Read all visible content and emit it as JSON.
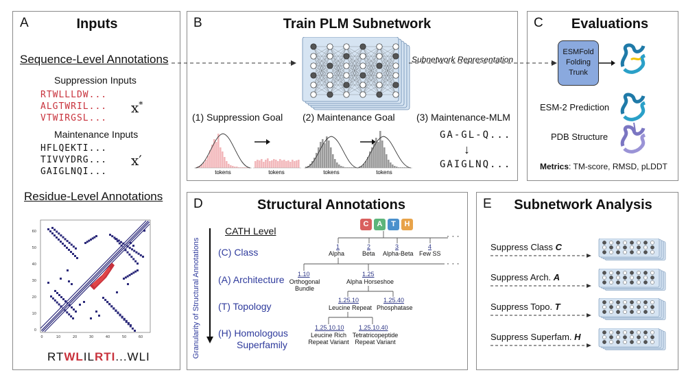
{
  "panelA": {
    "letter": "A",
    "title": "Inputs",
    "seq_heading": "Sequence-Level Annotations",
    "suppression_heading": "Suppression Inputs",
    "suppression_seqs": [
      "RTWLLLDW...",
      "ALGTWRIL...",
      "VTWIRGSL..."
    ],
    "x_star": "x*",
    "maintenance_heading": "Maintenance Inputs",
    "maintenance_seqs": [
      "HFLQEKTI...",
      "TIVVYDRG...",
      "GAIGLNQI..."
    ],
    "x_prime": "x′",
    "residue_heading": "Residue-Level Annotations",
    "axis_ticks": [
      "0",
      "10",
      "20",
      "30",
      "40",
      "50",
      "60"
    ],
    "residue_seq": {
      "p1": "RT",
      "p2": "WL",
      "p3": "IL",
      "p4": "RTI",
      "p5": "...WLI"
    }
  },
  "panelB": {
    "letter": "B",
    "title": "Train PLM Subnetwork",
    "subnet_label": "Subnetwork Representation",
    "goal1": "(1)   Suppression Goal",
    "goal2": "(2)   Maintenance Goal",
    "goal3": "(3) Maintenance-MLM",
    "tokens": "tokens",
    "mlm_masked": "GA-GL-Q...",
    "mlm_full": "GAIGLNQ..."
  },
  "panelC": {
    "letter": "C",
    "title": "Evaluations",
    "esmfold": [
      "ESMFold",
      "Folding",
      "Trunk"
    ],
    "esm2": "ESM-2 Prediction",
    "pdb": "PDB Structure",
    "metrics_label": "Metrics",
    "metrics_text": ": TM-score, RMSD, pLDDT"
  },
  "panelD": {
    "letter": "D",
    "title": "Structural Annotations",
    "granularity": "Granularity of Structural Annotations",
    "cath_level": "CATH Level",
    "levels": [
      "(C) Class",
      "(A) Architecture",
      "(T) Topology",
      "(H) Homologous",
      "Superfamily"
    ],
    "cath_letters": [
      "C",
      "A",
      "T",
      "H"
    ],
    "class_nums": [
      "1",
      "2",
      "3",
      "4"
    ],
    "class_names": [
      "Alpha",
      "Beta",
      "Alpha-Beta",
      "Few SS"
    ],
    "arch_nums": [
      "1.10",
      "1.25"
    ],
    "arch_names": [
      "Orthogonal\nBundle",
      "Alpha Horseshoe"
    ],
    "topo_nums": [
      "1.25.10",
      "1.25.40"
    ],
    "topo_names": [
      "Leucine Repeat",
      "Phosphatase"
    ],
    "homo_nums": [
      "1.25.10.10",
      "1.25.10.40"
    ],
    "homo_names": [
      "Leucine Rich\nRepeat Variant",
      "Tetratricopeptide\nRepeat Variant"
    ],
    "ellipsis": "· · ·"
  },
  "panelE": {
    "letter": "E",
    "title": "Subnetwork Analysis",
    "rows": [
      {
        "text": "Suppress Class ",
        "level": "C"
      },
      {
        "text": "Suppress Arch. ",
        "level": "A"
      },
      {
        "text": "Suppress Topo. ",
        "level": "T"
      },
      {
        "text": "Suppress Superfam. ",
        "level": "H"
      }
    ]
  },
  "colors": {
    "suppression_red": "#c8323c",
    "matrix_blue": "#2c2a7a",
    "network_box": "#d6e4f2",
    "esmfold_box": "#8aa9de",
    "cath_C": "#d9605e",
    "cath_A": "#5db57a",
    "cath_T": "#4a90cc",
    "cath_H": "#e8a34a"
  }
}
